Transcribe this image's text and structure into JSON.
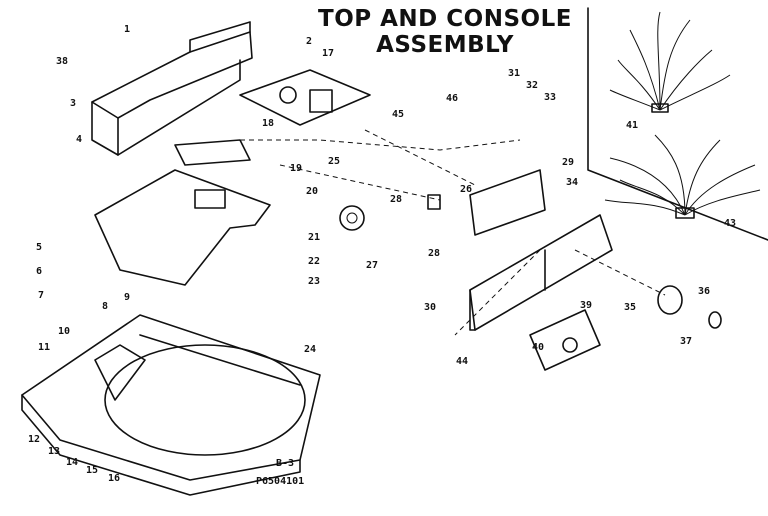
{
  "title_line1": "TOP AND CONSOLE",
  "title_line2": "ASSEMBLY",
  "page_ref": "B-3",
  "figure_id": "P6504101",
  "callouts": [
    "1",
    "2",
    "38",
    "17",
    "3",
    "18",
    "45",
    "4",
    "19",
    "25",
    "20",
    "5",
    "6",
    "7",
    "8",
    "9",
    "21",
    "22",
    "23",
    "10",
    "11",
    "12",
    "13",
    "14",
    "15",
    "16",
    "24",
    "46",
    "31",
    "32",
    "33",
    "29",
    "26",
    "34",
    "28",
    "27",
    "28",
    "30",
    "39",
    "40",
    "44",
    "35",
    "36",
    "37",
    "41",
    "43"
  ]
}
